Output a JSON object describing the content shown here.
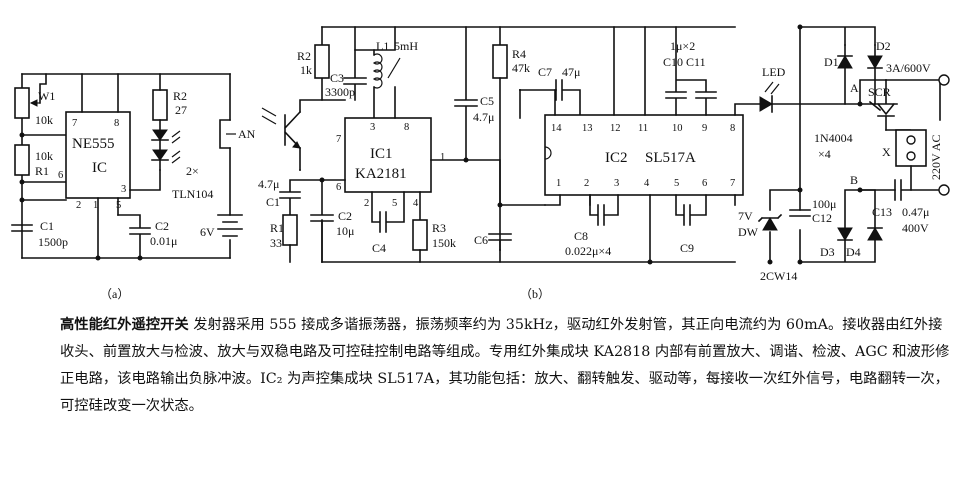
{
  "circuit_a": {
    "ic_name": "NE555",
    "ic_sub": "IC",
    "pins": [
      "7",
      "8",
      "6",
      "3",
      "2",
      "1",
      "5"
    ],
    "w1": "W1",
    "w1_value": "10k",
    "r1_value": "10k",
    "r1": "R1",
    "r2": "R2",
    "r2_value": "27",
    "c1": "C1",
    "c1_value": "1500p",
    "c2": "C2",
    "c2_value": "0.01μ",
    "led_count": "2×",
    "led_part": "TLN104",
    "an": "AN",
    "battery": "6V",
    "panel": "（a）"
  },
  "circuit_b": {
    "r2": "R2",
    "r2_value": "1k",
    "l1": "L1",
    "l1_value": "5mH",
    "c3": "C3",
    "c3_value": "3300p",
    "ic1": "IC1",
    "ic1_part": "KA2181",
    "ic1_pins": [
      "7",
      "3",
      "8",
      "1",
      "6",
      "2",
      "5",
      "4"
    ],
    "c1_value": "4.7μ",
    "c1": "C1",
    "r1": "R1",
    "r1_value": "33",
    "c2": "C2",
    "c2_value": "10μ",
    "c4": "C4",
    "r3": "R3",
    "r3_value": "150k",
    "c5": "C5",
    "c5_value": "4.7μ",
    "r4": "R4",
    "r4_value": "47k",
    "c6": "C6",
    "c7": "C7",
    "c7_value": "47μ",
    "c10_c11_value": "1μ×2",
    "c10_c11": "C10 C11",
    "led": "LED",
    "ic2": "IC2",
    "ic2_part": "SL517A",
    "ic2_top_pins": [
      "14",
      "13",
      "12",
      "11",
      "10",
      "9",
      "8"
    ],
    "ic2_bottom_pins": [
      "1",
      "2",
      "3",
      "4",
      "5",
      "6",
      "7"
    ],
    "c8": "C8",
    "c8_value": "0.022μ×4",
    "c9": "C9",
    "dw": "DW",
    "dw_value": "7V",
    "dw_part": "2CW14",
    "c12": "C12",
    "c12_value": "100μ",
    "diode_part": "1N4004",
    "diode_count": "×4",
    "d1": "D1",
    "d2": "D2",
    "d3": "D3",
    "d4": "D4",
    "scr_rating": "3A/600V",
    "scr": "SCR",
    "node_a": "A",
    "node_b": "B",
    "load": "X",
    "c13": "C13",
    "c13_value": "0.47μ",
    "c13_voltage": "400V",
    "mains": "220V AC",
    "panel": "（b）"
  },
  "description": {
    "title": "高性能红外遥控开关",
    "body": "发射器采用 555 接成多谐振荡器，振荡频率约为 35kHz，驱动红外发射管，其正向电流约为 60mA。接收器由红外接收头、前置放大与检波、放大与双稳电路及可控硅控制电路等组成。专用红外集成块 KA2818 内部有前置放大、调谐、检波、AGC 和波形修正电路，该电路输出负脉冲波。IC₂ 为声控集成块 SL517A，其功能包括：放大、翻转触发、驱动等，每接收一次红外信号，电路翻转一次，可控硅改变一次状态。"
  }
}
